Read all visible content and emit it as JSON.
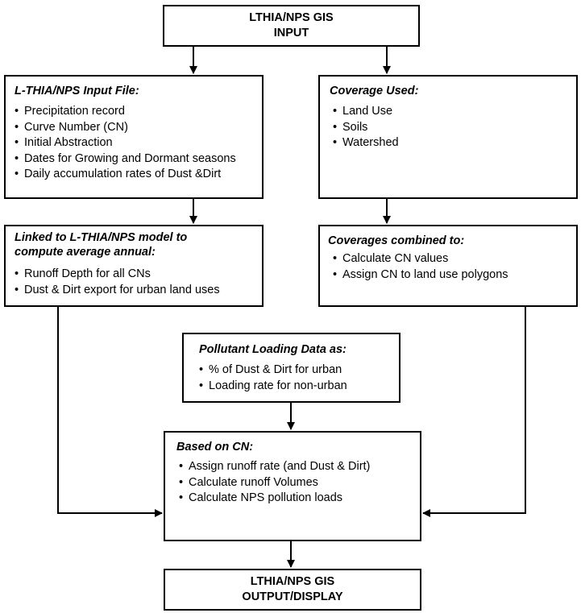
{
  "input_box": {
    "line1": "LTHIA/NPS GIS",
    "line2": "INPUT"
  },
  "input_file_box": {
    "heading": "L-THIA/NPS Input File:",
    "items": [
      "Precipitation record",
      "Curve Number (CN)",
      "Initial Abstraction",
      "Dates for Growing and Dormant seasons",
      "Daily accumulation rates of Dust &Dirt"
    ]
  },
  "coverage_box": {
    "heading": "Coverage Used:",
    "items": [
      "Land Use",
      "Soils",
      "Watershed"
    ]
  },
  "linked_box": {
    "heading_line1": "Linked to L-THIA/NPS model to",
    "heading_line2": "compute average annual:",
    "items": [
      "Runoff Depth for all CNs",
      "Dust & Dirt export for urban land uses"
    ]
  },
  "combined_box": {
    "heading": "Coverages combined to:",
    "items": [
      "Calculate CN values",
      "Assign CN to land use polygons"
    ]
  },
  "pollutant_box": {
    "heading": "Pollutant Loading Data as:",
    "items": [
      "% of Dust & Dirt for urban",
      "Loading rate for non-urban"
    ]
  },
  "cn_box": {
    "heading": "Based on CN:",
    "items": [
      "Assign runoff rate (and Dust & Dirt)",
      "Calculate runoff Volumes",
      "Calculate NPS pollution loads"
    ]
  },
  "output_box": {
    "line1": "LTHIA/NPS GIS",
    "line2": "OUTPUT/DISPLAY"
  }
}
